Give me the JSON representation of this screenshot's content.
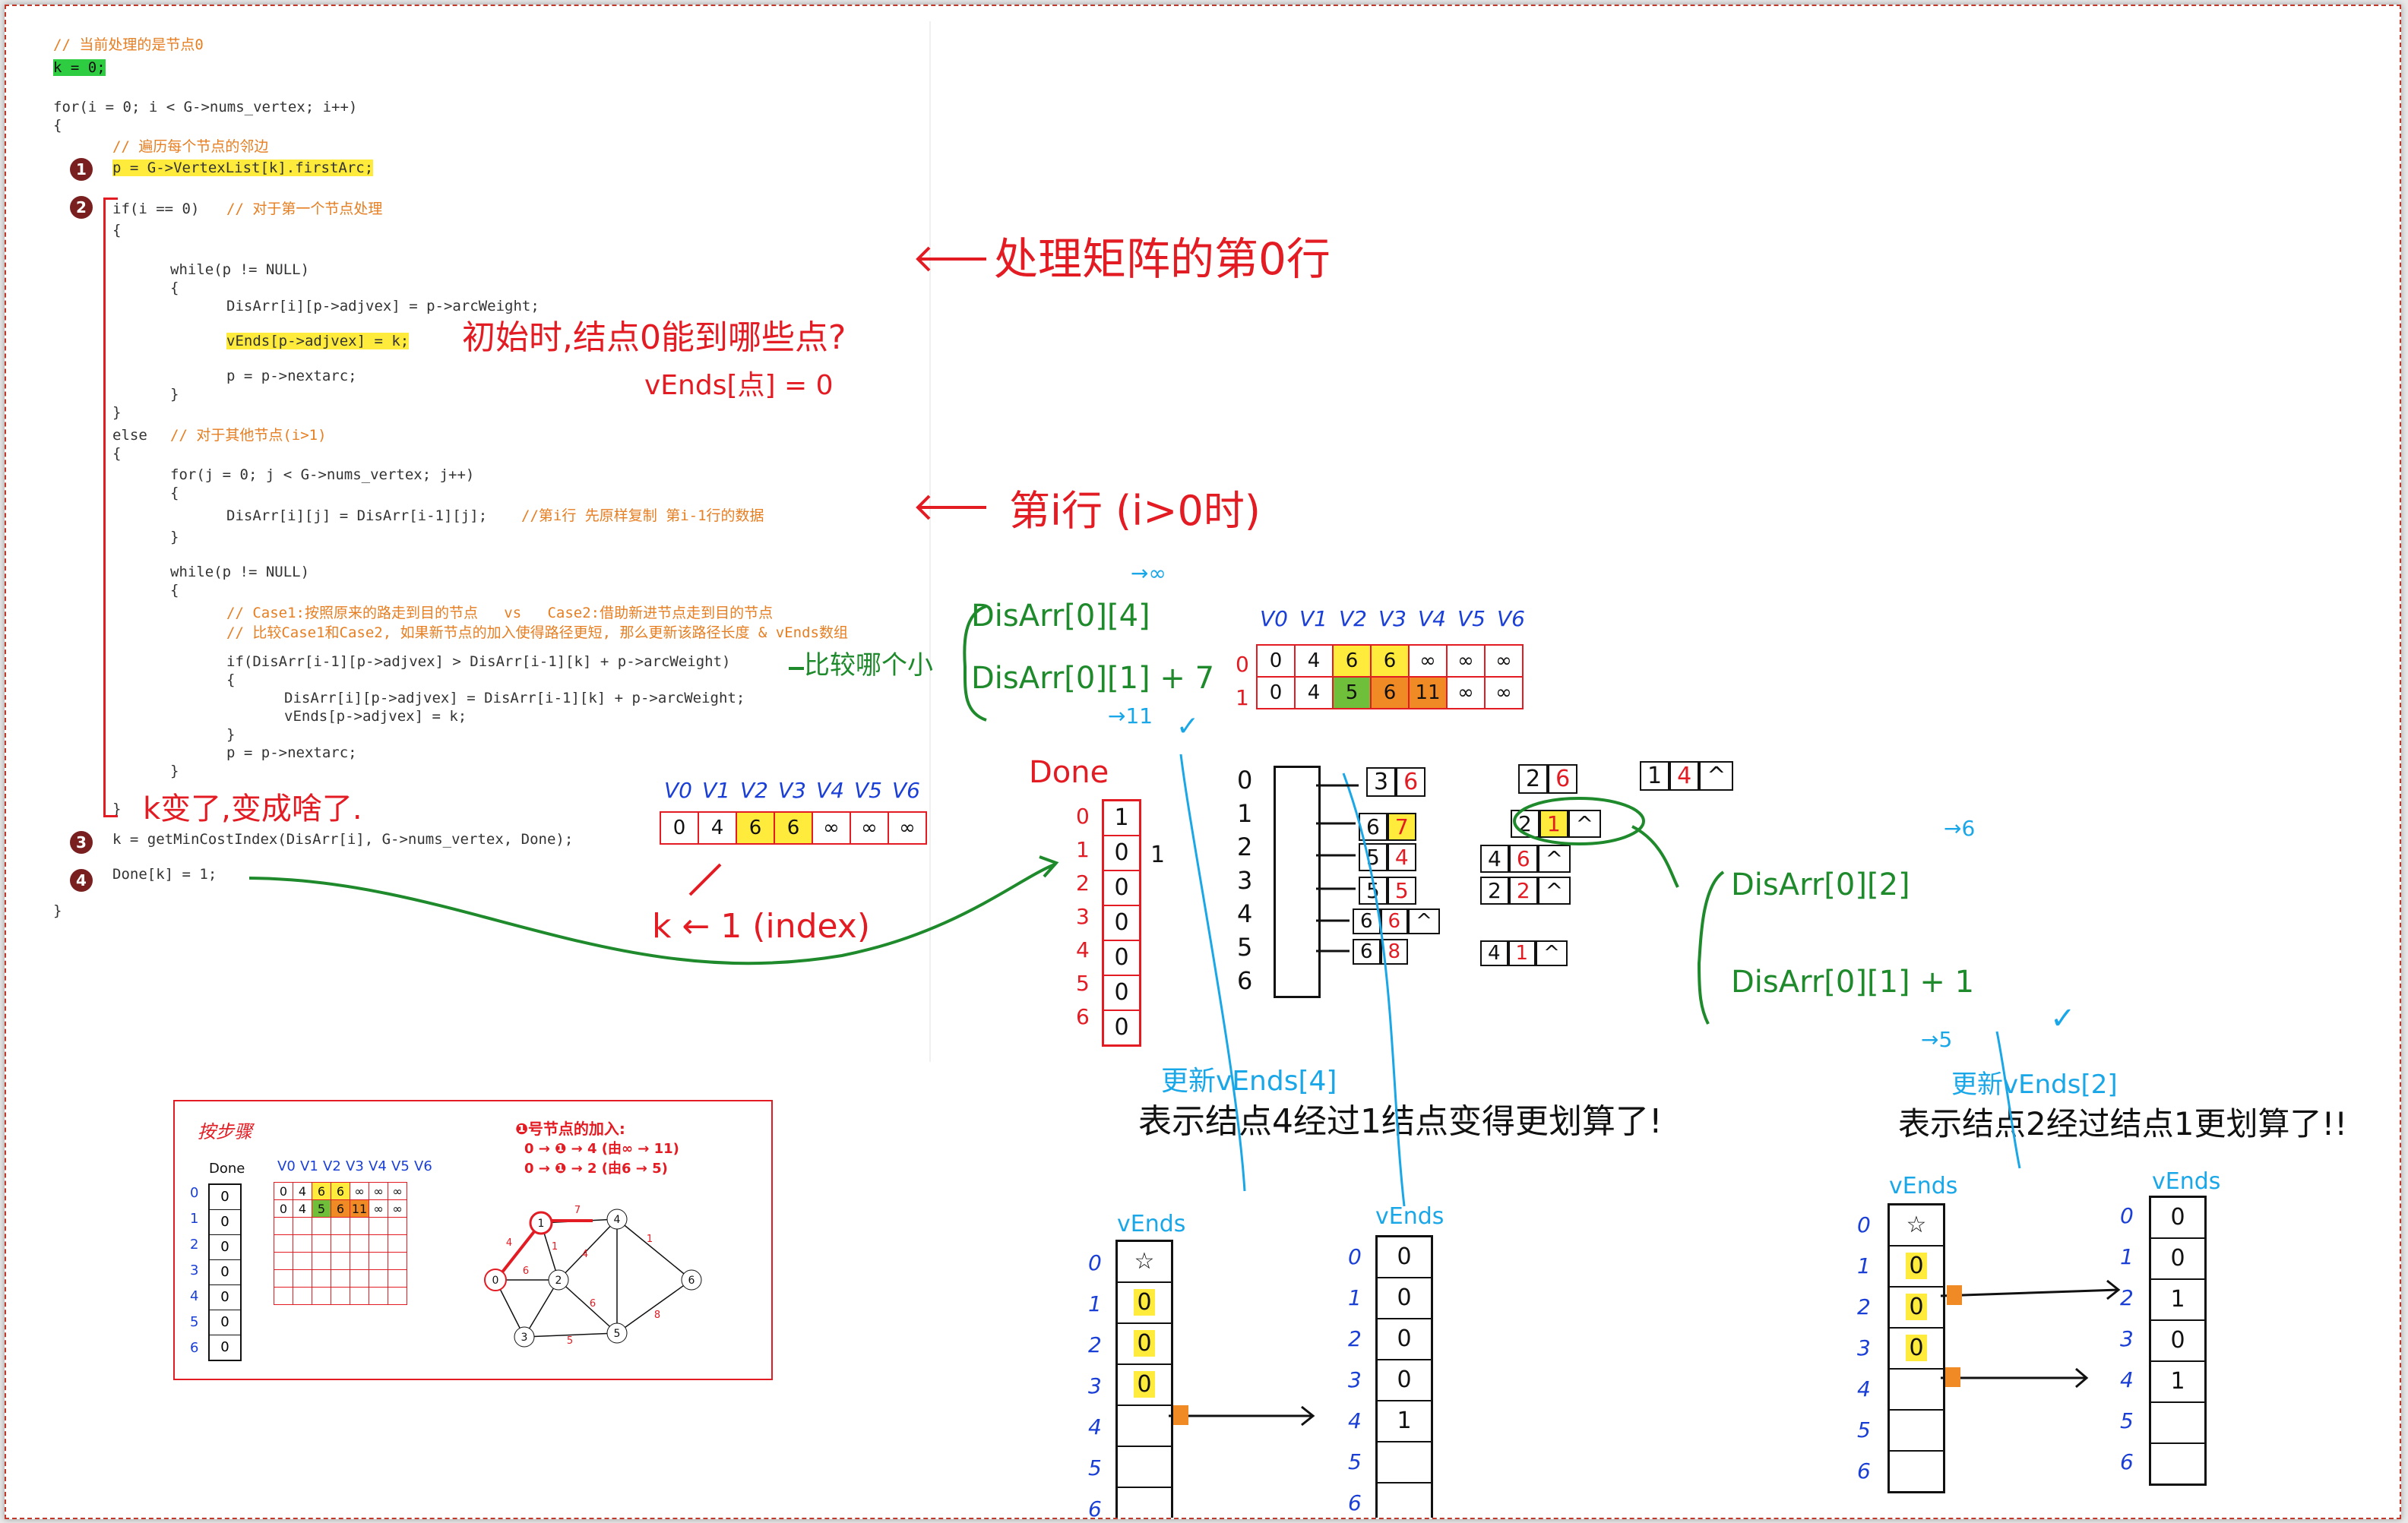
{
  "code": {
    "c0": "// 当前处理的是节点0",
    "l0": "k = 0;",
    "l1": "for(i = 0; i < G->nums_vertex; i++)",
    "l2": "{",
    "c1": "// 遍历每个节点的邻边",
    "l3": "p = G->VertexList[k].firstArc;",
    "l4": "if(i == 0)",
    "c2": "// 对于第一个节点处理",
    "l5": "{",
    "l6": "while(p != NULL)",
    "l7": "{",
    "l8": "DisArr[i][p->adjvex] = p->arcWeight;",
    "l9": "vEnds[p->adjvex] = k;",
    "l10": "p = p->nextarc;",
    "l11": "}",
    "l12": "}",
    "l13": "else",
    "c3": "// 对于其他节点(i>1)",
    "l14": "{",
    "l15": "for(j = 0; j < G->nums_vertex; j++)",
    "l16": "{",
    "l17": "DisArr[i][j] = DisArr[i-1][j];",
    "c4": "//第i行 先原样复制 第i-1行的数据",
    "l18": "}",
    "l19": "while(p != NULL)",
    "l20": "{",
    "c5": "// Case1:按照原来的路走到目的节点   vs   Case2:借助新进节点走到目的节点",
    "c6": "// 比较Case1和Case2, 如果新节点的加入使得路径更短, 那么更新该路径长度 & vEnds数组",
    "l21": "if(DisArr[i-1][p->adjvex] > DisArr[i-1][k] + p->arcWeight)",
    "l22": "{",
    "l23": "DisArr[i][p->adjvex] = DisArr[i-1][k] + p->arcWeight;",
    "l24": "vEnds[p->adjvex] = k;",
    "l25": "}",
    "l26": "p = p->nextarc;",
    "l27": "}",
    "l28": "}",
    "l29": "k = getMinCostIndex(DisArr[i], G->nums_vertex, Done);",
    "l30": "Done[k] = 1;",
    "l31": "}"
  },
  "steps": [
    "1",
    "2",
    "3",
    "4"
  ],
  "notes": {
    "row0": "处理矩阵的第0行",
    "init": "初始时,结点0能到哪些点?",
    "vends_eq": "vEnds[点] = 0",
    "rowi": "第i行 (i>0时)",
    "kchange": "k变了,变成啥了.",
    "compare": "比较哪个小",
    "k_index": "k ← 1 (index)",
    "update4": "更新vEnds[4]",
    "means4": "表示结点4经过1结点变得更划算了!",
    "update2": "更新vEnds[2]",
    "means2": "表示结点2经过结点1更划算了!!",
    "infinity_arrow": "→∞",
    "eleven_arrow": "→11",
    "six_arrow": "→6",
    "five_arrow": "→5",
    "disarr_04": "DisArr[0][4]",
    "disarr_01_7": "DisArr[0][1] + 7",
    "disarr_02": "DisArr[0][2]",
    "disarr_01_1": "DisArr[0][1] + 1",
    "check": "✓"
  },
  "vlabels": [
    "V0",
    "V1",
    "V2",
    "V3",
    "V4",
    "V5",
    "V6"
  ],
  "matrix_single": [
    "0",
    "4",
    "6",
    "6",
    "∞",
    "∞",
    "∞"
  ],
  "matrix_two": {
    "row0_label": "0",
    "row1_label": "1",
    "row0": [
      "0",
      "4",
      "6",
      "6",
      "∞",
      "∞",
      "∞"
    ],
    "row1": [
      "0",
      "4",
      "5",
      "6",
      "11",
      "∞",
      "∞"
    ]
  },
  "done": {
    "title": "Done",
    "rows": [
      "0",
      "1",
      "2",
      "3",
      "4",
      "5",
      "6"
    ],
    "values": [
      "1",
      "0",
      "0",
      "0",
      "0",
      "0",
      "0"
    ],
    "side": "1"
  },
  "adjlist": {
    "rows": [
      "0",
      "1",
      "2",
      "3",
      "4",
      "5",
      "6"
    ],
    "r0": [
      [
        "3",
        "6"
      ],
      [
        "2",
        "6"
      ],
      [
        "1",
        "4"
      ]
    ],
    "r1": [
      [
        "6",
        "7"
      ],
      [
        "2",
        "1"
      ]
    ],
    "r2": [
      [
        "5",
        "4"
      ],
      [
        "4",
        "6"
      ]
    ],
    "r3": [
      [
        "5",
        "5"
      ],
      [
        "2",
        "2"
      ]
    ],
    "r4": [
      [
        "6",
        "6"
      ]
    ],
    "r5": [
      [
        "6",
        "8"
      ],
      [
        "4",
        "1"
      ]
    ],
    "null": "^"
  },
  "vends_blocks": {
    "title": "vEnds",
    "rows": [
      "0",
      "1",
      "2",
      "3",
      "4",
      "5",
      "6"
    ],
    "a": [
      "☆",
      "0",
      "0",
      "0",
      "",
      "",
      ""
    ],
    "b": [
      "0",
      "0",
      "0",
      "0",
      "1",
      "",
      ""
    ],
    "c": [
      "☆",
      "0",
      "0",
      "0",
      "",
      "",
      ""
    ],
    "d": [
      "0",
      "0",
      "1",
      "0",
      "1",
      "",
      ""
    ]
  },
  "inset": {
    "title": "按步骤",
    "done_title": "Done",
    "rows": [
      "0",
      "1",
      "2",
      "3",
      "4",
      "5",
      "6"
    ],
    "done_vals": [
      "0",
      "0",
      "0",
      "0",
      "0",
      "0",
      "0"
    ],
    "row0": [
      "0",
      "4",
      "6",
      "6",
      "∞",
      "∞",
      "∞"
    ],
    "row1": [
      "0",
      "4",
      "5",
      "6",
      "11",
      "∞",
      "∞"
    ],
    "heading": "❶号节点的加入:",
    "line1": "0 → ❶ → 4  (由∞ → 11)",
    "line2": "0 → ❶ → 2  (由6 → 5)",
    "graph_nodes": [
      "0",
      "1",
      "2",
      "3",
      "4",
      "5",
      "6"
    ],
    "graph_weights": [
      "4",
      "7",
      "6",
      "1",
      "4",
      "6",
      "5",
      "1",
      "8"
    ]
  },
  "colors": {
    "red": "#e31b23",
    "green": "#1e8a2c",
    "blue": "#1a3fd6",
    "cyan": "#1aa7e8",
    "yellow": "#ffeb3b",
    "highlight_green": "#2ecc40",
    "orange": "#f08a24"
  }
}
